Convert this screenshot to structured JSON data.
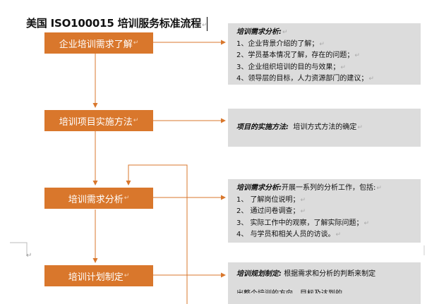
{
  "document": {
    "title": "美国 ISO100015 培训服务标准流程",
    "paragraph_mark": "↵",
    "colors": {
      "step_fill": "#d9772c",
      "panel_fill": "#dcdcdc",
      "connector": "#d9772c"
    }
  },
  "steps": [
    {
      "label": "企业培训需求了解"
    },
    {
      "label": "培训项目实施方法"
    },
    {
      "label": "培训需求分析"
    },
    {
      "label": "培训计划制定"
    }
  ],
  "panels": [
    {
      "head": "培训需求分析:",
      "head_rest": "",
      "items": [
        "1、企业背景介绍的了解；",
        "2、学员基本情况了解，存在的问题；",
        "3、企业组织培训的目的与效果；",
        "4、领导层的目标，人力资源部门的建议；"
      ]
    },
    {
      "head": "项目的实施方法:",
      "head_rest": "培训方式方法的确定",
      "items": []
    },
    {
      "head": "培训需求分析:",
      "head_rest": "开展一系列的分析工作，包括:",
      "items": [
        "1、 了解岗位说明；",
        "2、 通过问卷调查；",
        "3、 实际工作中的观察，了解实际问题；",
        "4、 与学员和相关人员的访谈。"
      ]
    },
    {
      "head": "培训规划制定:",
      "head_rest": "根据需求和分析的判断来制定",
      "items": [],
      "cut_line": "出整个培训的方向，目标及达到的"
    }
  ]
}
